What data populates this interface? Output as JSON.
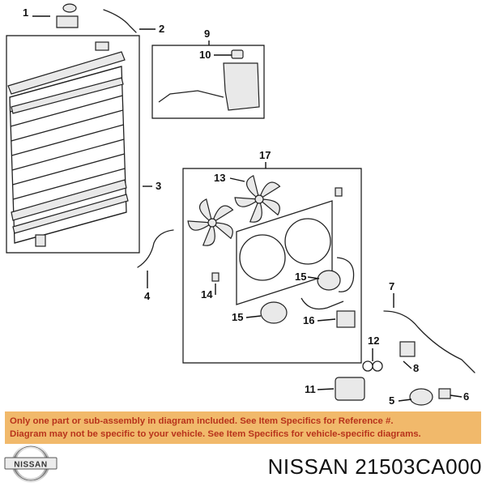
{
  "diagram": {
    "callouts": [
      "1",
      "2",
      "3",
      "4",
      "5",
      "6",
      "7",
      "8",
      "9",
      "10",
      "11",
      "12",
      "13",
      "14",
      "15",
      "15",
      "16",
      "17"
    ]
  },
  "notice": {
    "line1": "Only one part or sub-assembly in diagram included. See Item Specifics for Reference #.",
    "line2": "Diagram may not be specific to your vehicle. See Item Specifics for vehicle-specific diagrams."
  },
  "logo": {
    "text": "NISSAN",
    "icon": "nissan-logo-icon"
  },
  "title": {
    "brand": "NISSAN",
    "part_number": "21503CA000"
  },
  "colors": {
    "notice_bg": "#f1b96b",
    "notice_text": "#b8331b",
    "line": "#222222"
  }
}
